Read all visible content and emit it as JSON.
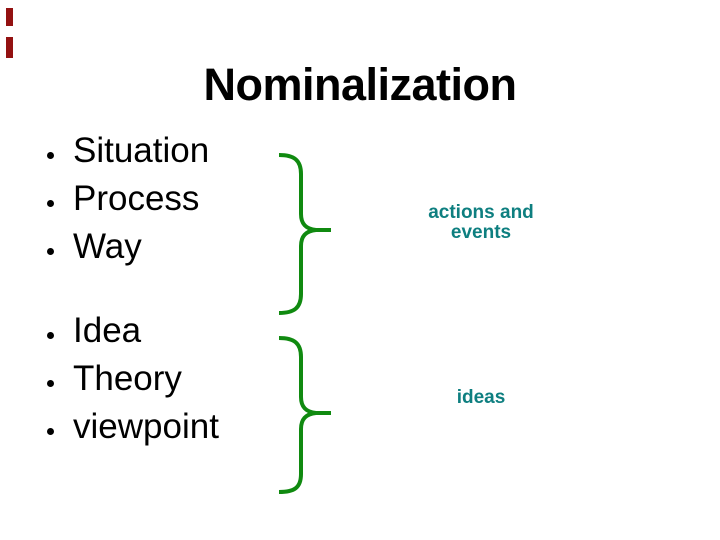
{
  "slide": {
    "title": "Nominalization",
    "groups": [
      {
        "items": [
          "Situation",
          "Process",
          "Way"
        ],
        "label_lines": [
          "actions and",
          "events"
        ],
        "label_text": "actions and events"
      },
      {
        "items": [
          "Idea",
          "Theory",
          "viewpoint"
        ],
        "label_lines": [
          "ideas"
        ],
        "label_text": "ideas"
      }
    ],
    "colors": {
      "background": "#ffffff",
      "title_text": "#000000",
      "bullet_text": "#000000",
      "brace_green": "#108a10",
      "label_teal": "#0e7f80",
      "edge_artifact_red": "#931111"
    }
  }
}
